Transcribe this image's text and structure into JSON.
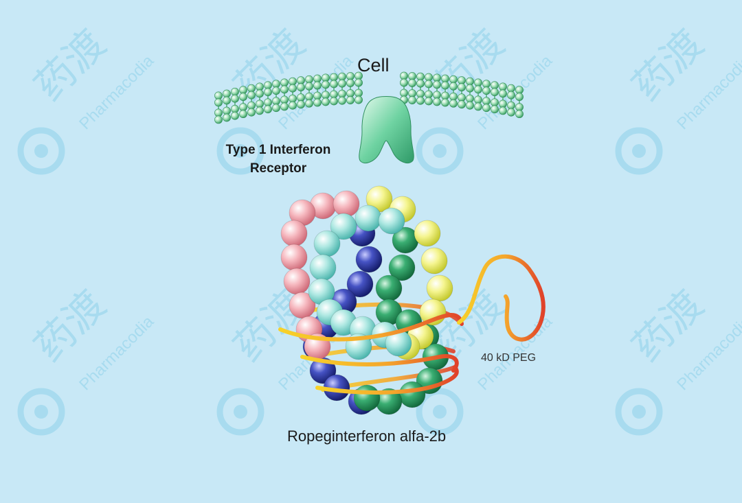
{
  "diagram": {
    "cell_label": "Cell",
    "receptor_label_line1": "Type 1 Interferon",
    "receptor_label_line2": "Receptor",
    "peg_label": "40 kD PEG",
    "protein_label": "Ropeginterferon alfa-2b"
  },
  "watermark": {
    "brand_cn": "药渡",
    "brand_en": "Pharmacodia",
    "logo_icon": "pharmacodia-logo-icon"
  },
  "colors": {
    "background": "#c8e8f6",
    "membrane": "#5cbf80",
    "receptor": "#6fd3a2",
    "helix_pink": "#f2a3ad",
    "helix_cyan": "#8fdcd6",
    "helix_blue": "#2d3a9e",
    "helix_green": "#2e9c63",
    "helix_yellow": "#eeee6a",
    "peg_yellow": "#f7cf2a",
    "peg_red": "#e0412a",
    "watermark": "#8fd2ea"
  }
}
